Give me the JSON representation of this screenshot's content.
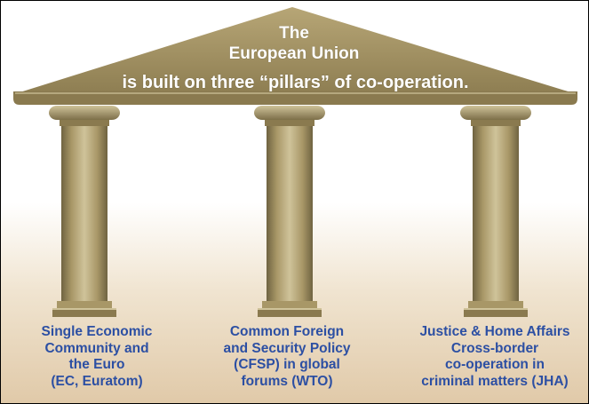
{
  "colors": {
    "stone": "#a89767",
    "stone_dark": "#6f6341",
    "stone_light": "#cfc39a",
    "caption_text": "#2c4fa3",
    "roof_text": "#ffffff"
  },
  "roof": {
    "line1": "The",
    "line2": "European Union",
    "line3": "is built on three “pillars” of co-operation."
  },
  "pillars": [
    {
      "caption_lines": [
        "Single Economic",
        "Community and",
        "the Euro",
        "(EC, Euratom)"
      ]
    },
    {
      "caption_lines": [
        "Common Foreign",
        "and Security Policy",
        "(CFSP) in global",
        "forums (WTO)"
      ]
    },
    {
      "caption_lines": [
        "Justice & Home Affairs",
        "Cross-border",
        "co-operation in",
        "criminal matters  (JHA)"
      ]
    }
  ]
}
